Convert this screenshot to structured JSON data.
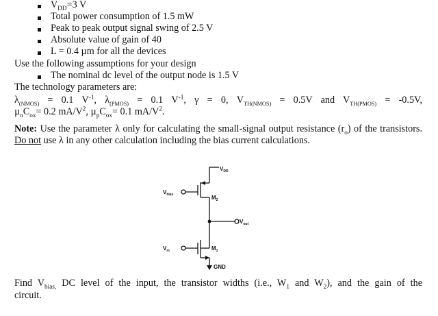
{
  "specs": [
    {
      "main": "V",
      "sub": "DD",
      "rest": "=3 V"
    },
    {
      "text": "Total power consumption of 1.5 mW"
    },
    {
      "text": "Peak to peak output signal swing of 2.5 V"
    },
    {
      "text": "Absolute value of gain of 40"
    },
    {
      "text": "L = 0.4 µm for all the devices"
    }
  ],
  "assumptions_intro": "Use the following assumptions for your design",
  "assumptions": [
    {
      "text": "The nominal dc level of the output node is 1.5 V"
    }
  ],
  "tech_intro": "The technology parameters are:",
  "params": {
    "lambda_sym": "λ",
    "nmos_sub": "(NMOS)",
    "pmos_sub": "(PMOS)",
    "eq_nmos": " = 0.1 V",
    "eq_pmos": " = 0.1 V",
    "neg1": "-1",
    "sep1": ", ",
    "gamma_eq": ", γ = 0, V",
    "vth_nmos_sub": "TH(NMOS)",
    "vth_nmos_val": " = 0.5V and V",
    "vth_pmos_sub": "TH(PMOS)",
    "vth_pmos_val": " = -0.5V,",
    "mu_n": "µ",
    "n_sub": "n",
    "c1": "C",
    "ox_sub1": "ox",
    "mun_val": "= 0.2 mA/V",
    "sq": "2",
    "mid": ", µ",
    "p_sub": "p",
    "c2": "C",
    "ox_sub2": "ox",
    "mup_val": "= 0.1 mA/V",
    "sq2": "2",
    "end": "."
  },
  "note": {
    "label": "Note:",
    "text1": " Use the parameter λ only for calculating the small-signal output resistance (r",
    "o_sub": "o",
    "text2": ") of the transistors. ",
    "donot": "Do not",
    "text3": " use λ in any other calculation including the bias current calculations."
  },
  "circuit": {
    "vdd": "V",
    "vdd_sub": "DD",
    "vbias": "V",
    "vbias_sub": "bias",
    "m2": "M",
    "m2_sub": "2",
    "vout": "V",
    "vout_sub": "out",
    "vin": "V",
    "vin_sub": "in",
    "m1": "M",
    "m1_sub": "1",
    "gnd": "GND"
  },
  "question": {
    "t1": "Find V",
    "bias_sub": "bias,",
    "t2": " DC level of the input, the transistor widths (i.e., W",
    "w1_sub": "1",
    "t3": " and W",
    "w2_sub": "2",
    "t4": "), and the gain of the",
    "line2": "circuit."
  }
}
